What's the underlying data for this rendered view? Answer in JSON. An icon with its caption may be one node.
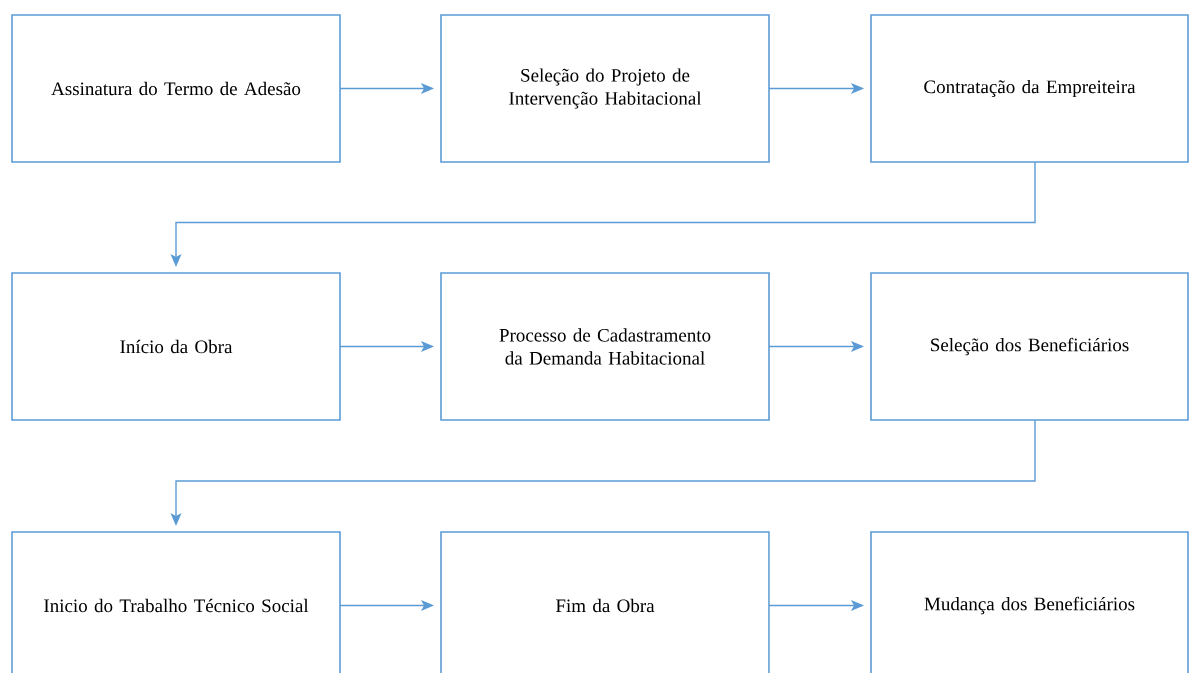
{
  "diagram": {
    "nodes": [
      {
        "text": [
          "Assinatura do Termo de Adesão"
        ]
      },
      {
        "text": [
          "Seleção do Projeto de Intervenção Habitacional"
        ]
      },
      {
        "text": [
          "Contratação da Empreiteira"
        ]
      },
      {
        "text": [
          "Início da Obra"
        ]
      },
      {
        "text": [
          "Processo de Cadastramento da Demanda Habitacional"
        ]
      },
      {
        "text": [
          "Seleção dos Beneficiários"
        ]
      },
      {
        "text": [
          "Inicio do Trabalho Técnico Social"
        ]
      },
      {
        "text": [
          "Fim da Obra"
        ]
      },
      {
        "text": [
          "Mudança dos Beneficiários"
        ]
      }
    ],
    "edges": [
      {
        "from": 0,
        "to": 1,
        "arrow": "to"
      },
      {
        "from": 1,
        "to": 2,
        "arrow": "to"
      },
      {
        "from": 2,
        "to": 3,
        "arrow": "to"
      },
      {
        "from": 3,
        "to": 4,
        "arrow": "to"
      },
      {
        "from": 4,
        "to": 5,
        "arrow": "to"
      },
      {
        "from": 5,
        "to": 6,
        "arrow": "to"
      },
      {
        "from": 6,
        "to": 7,
        "arrow": "to"
      },
      {
        "from": 7,
        "to": 8,
        "arrow": "to"
      }
    ]
  }
}
